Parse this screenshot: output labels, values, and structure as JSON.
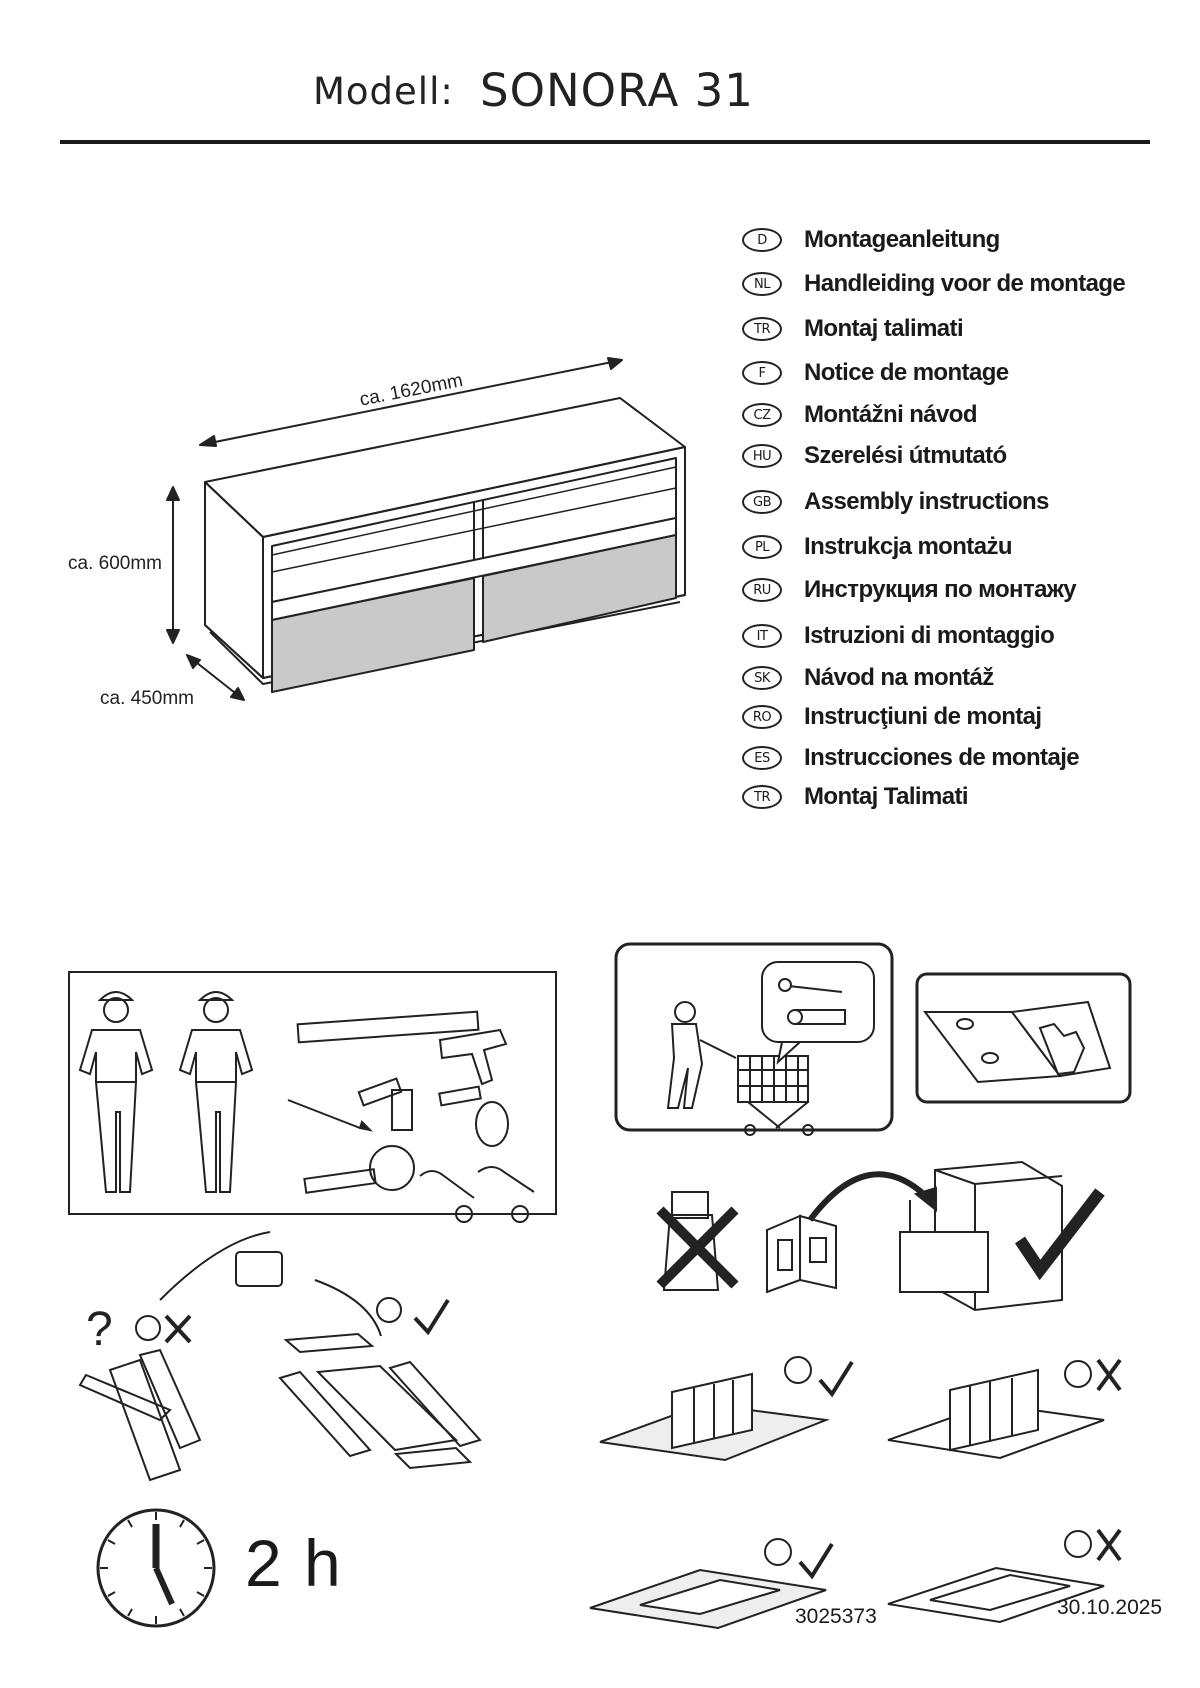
{
  "header": {
    "model_label": "Modell:",
    "model_name": "SONORA 31"
  },
  "dimensions": {
    "width": "ca. 1620mm",
    "height": "ca. 600mm",
    "depth": "ca. 450mm"
  },
  "languages": [
    {
      "code": "D",
      "text": "Montageanleitung"
    },
    {
      "code": "NL",
      "text": "Handleiding voor de montage"
    },
    {
      "code": "TR",
      "text": "Montaj talimati"
    },
    {
      "code": "F",
      "text": "Notice de montage"
    },
    {
      "code": "CZ",
      "text": "Montážni návod"
    },
    {
      "code": "HU",
      "text": "Szerelési útmutató"
    },
    {
      "code": "GB",
      "text": "Assembly instructions"
    },
    {
      "code": "PL",
      "text": "Instrukcja montażu"
    },
    {
      "code": "RU",
      "text": "Инструкция по монтажу"
    },
    {
      "code": "IT",
      "text": "Istruzioni di montaggio"
    },
    {
      "code": "SK",
      "text": "Návod na montáž"
    },
    {
      "code": "RO",
      "text": "Instrucţiuni de montaj"
    },
    {
      "code": "ES",
      "text": "Instrucciones de montaje"
    },
    {
      "code": "TR",
      "text": "Montaj Talimati"
    }
  ],
  "assembly_time": "2 h",
  "footer": {
    "article_number": "3025373",
    "date": "30.10.2025"
  },
  "icons": {
    "people": "two-workers-icon",
    "tools": "tools-icon",
    "shopping": "shopping-cart-icon",
    "screws": "screws-dowels-icon",
    "gloves": "gloves-icon",
    "trash_no": "trash-no-icon",
    "file_yes": "file-cabinet-check-icon",
    "phone": "telephone-icon",
    "clock": "clock-icon"
  }
}
